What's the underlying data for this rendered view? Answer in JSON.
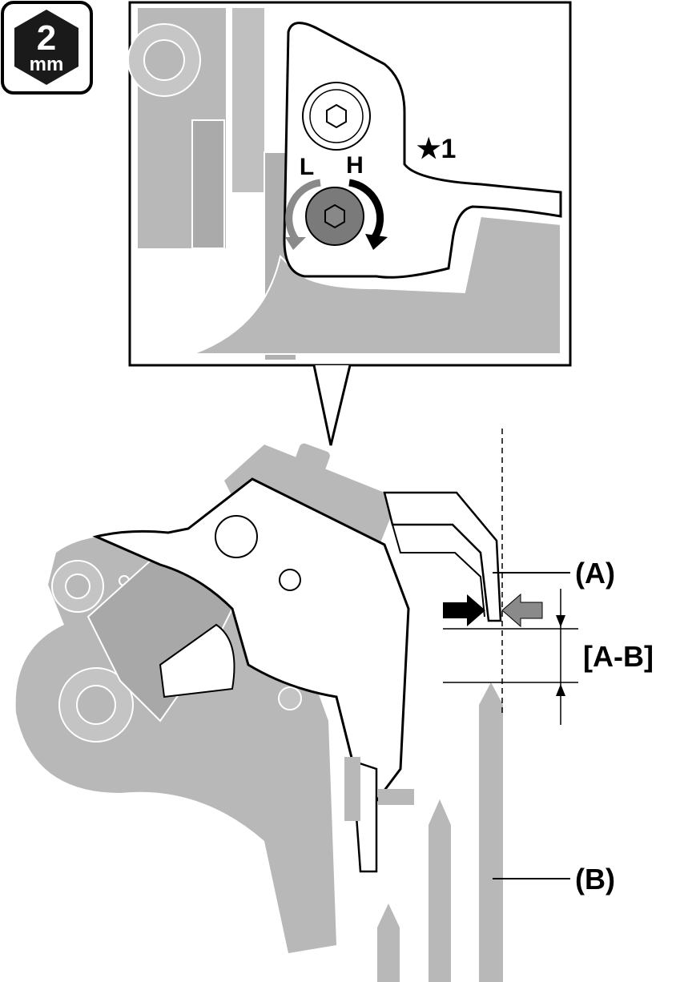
{
  "tool_badge": {
    "value": "2",
    "unit": "mm",
    "icon": "hex-wrench-icon"
  },
  "inset": {
    "star_label": "★1",
    "low_label": "L",
    "high_label": "H",
    "screw_icon": "hex-socket-screw-icon"
  },
  "callouts": {
    "a": "(A)",
    "b": "(B)",
    "gap": "[A-B]"
  },
  "colors": {
    "part_gray": "#b8b8b8",
    "line": "#000000",
    "arrow_gray": "#8a8a8a",
    "badge_bg": "#1a1a1a"
  }
}
